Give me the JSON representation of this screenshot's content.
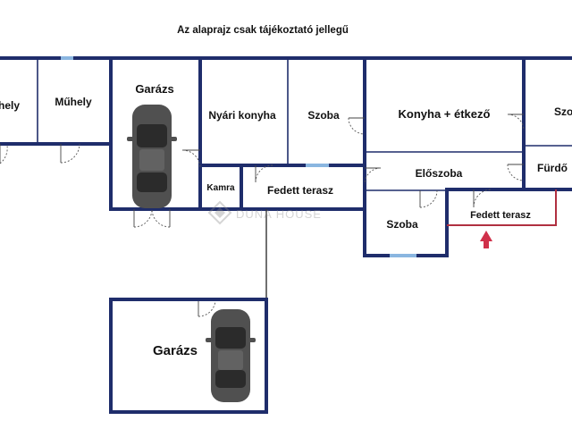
{
  "caption": "Az alaprajz csak tájékoztató jellegű",
  "watermark": "DUNA HOUSE",
  "colors": {
    "wall": "#1f2d6b",
    "window": "#8ab6e0",
    "terrace_outline": "#b03040",
    "arrow": "#d0304a"
  },
  "rooms": {
    "muhely_left": "hely",
    "muhely": "Műhely",
    "garazs_top": "Garázs",
    "nyari_konyha": "Nyári konyha",
    "szoba_1": "Szoba",
    "konyha_etkezo": "Konyha + étkező",
    "szoba_right": "Szo",
    "kamra": "Kamra",
    "fedett_terasz_1": "Fedett terasz",
    "eloszoba": "Előszoba",
    "furdo": "Fürdő",
    "szoba_2": "Szoba",
    "fedett_terasz_2": "Fedett terasz",
    "garazs_bottom": "Garázs"
  },
  "icons": {
    "car": "car-icon",
    "arrow": "arrow-up-icon",
    "logo": "duna-house-logo-icon"
  }
}
